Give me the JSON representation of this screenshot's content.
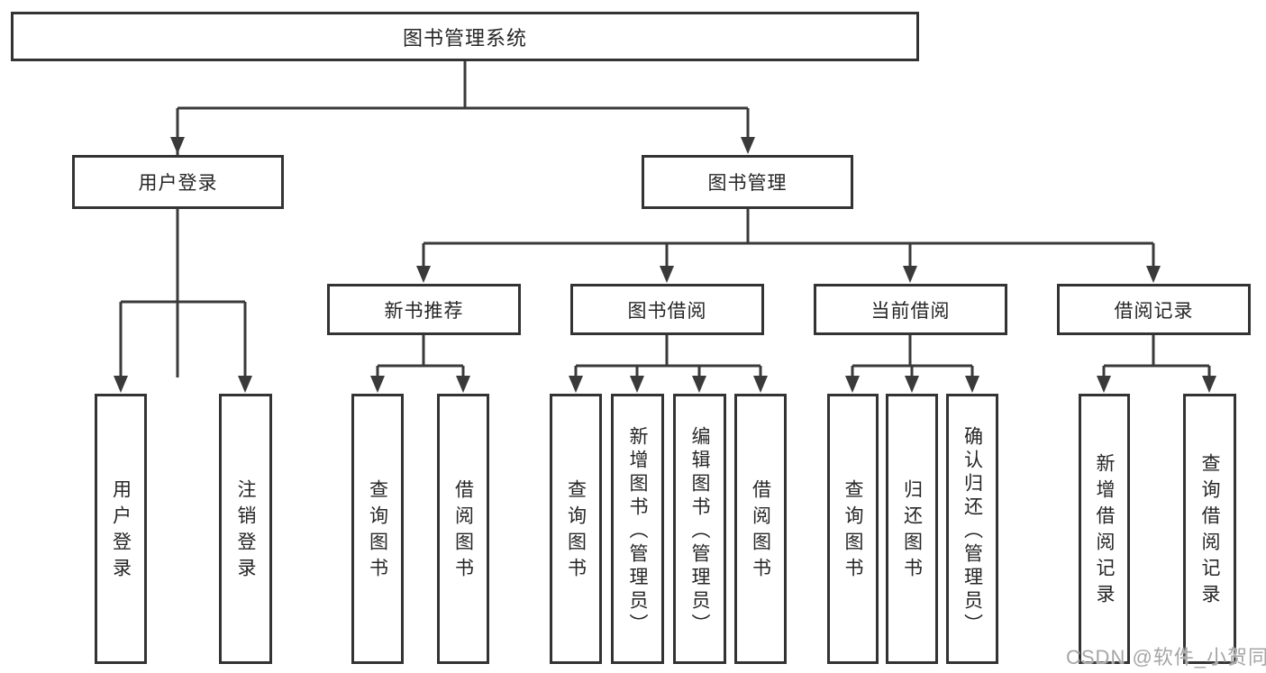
{
  "diagram_title": "图书管理系统",
  "tree": {
    "label": "图书管理系统",
    "children": [
      {
        "label": "用户登录",
        "children": [
          {
            "label": "用户登录"
          },
          {
            "label": "注销登录"
          }
        ]
      },
      {
        "label": "图书管理",
        "children": [
          {
            "label": "新书推荐",
            "children": [
              {
                "label": "查询图书"
              },
              {
                "label": "借阅图书"
              }
            ]
          },
          {
            "label": "图书借阅",
            "children": [
              {
                "label": "查询图书"
              },
              {
                "label": "新增图书（管理员）"
              },
              {
                "label": "编辑图书（管理员）"
              },
              {
                "label": "借阅图书"
              }
            ]
          },
          {
            "label": "当前借阅",
            "children": [
              {
                "label": "查询图书"
              },
              {
                "label": "归还图书"
              },
              {
                "label": "确认归还（管理员）"
              }
            ]
          },
          {
            "label": "借阅记录",
            "children": [
              {
                "label": "新增借阅记录"
              },
              {
                "label": "查询借阅记录"
              }
            ]
          }
        ]
      }
    ]
  },
  "watermark": "CSDN @软件_小贺同学",
  "colors": {
    "line": "#3a3a3a",
    "box_border": "#333333",
    "text": "#262626",
    "watermark": "#a6a6a6",
    "background": "#ffffff"
  }
}
